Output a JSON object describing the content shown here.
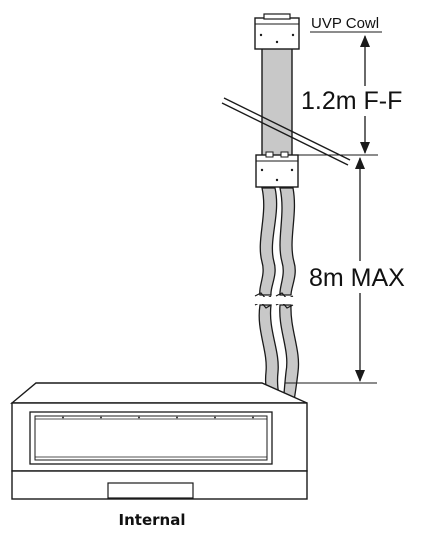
{
  "labels": {
    "cowl": "UVP Cowl",
    "upper_dimension": "1.2m F-F",
    "lower_dimension": "8m MAX",
    "caption": "Internal"
  },
  "colors": {
    "pipe_fill": "#c8c8c8",
    "line": "#1a1a1a",
    "background": "#ffffff"
  }
}
